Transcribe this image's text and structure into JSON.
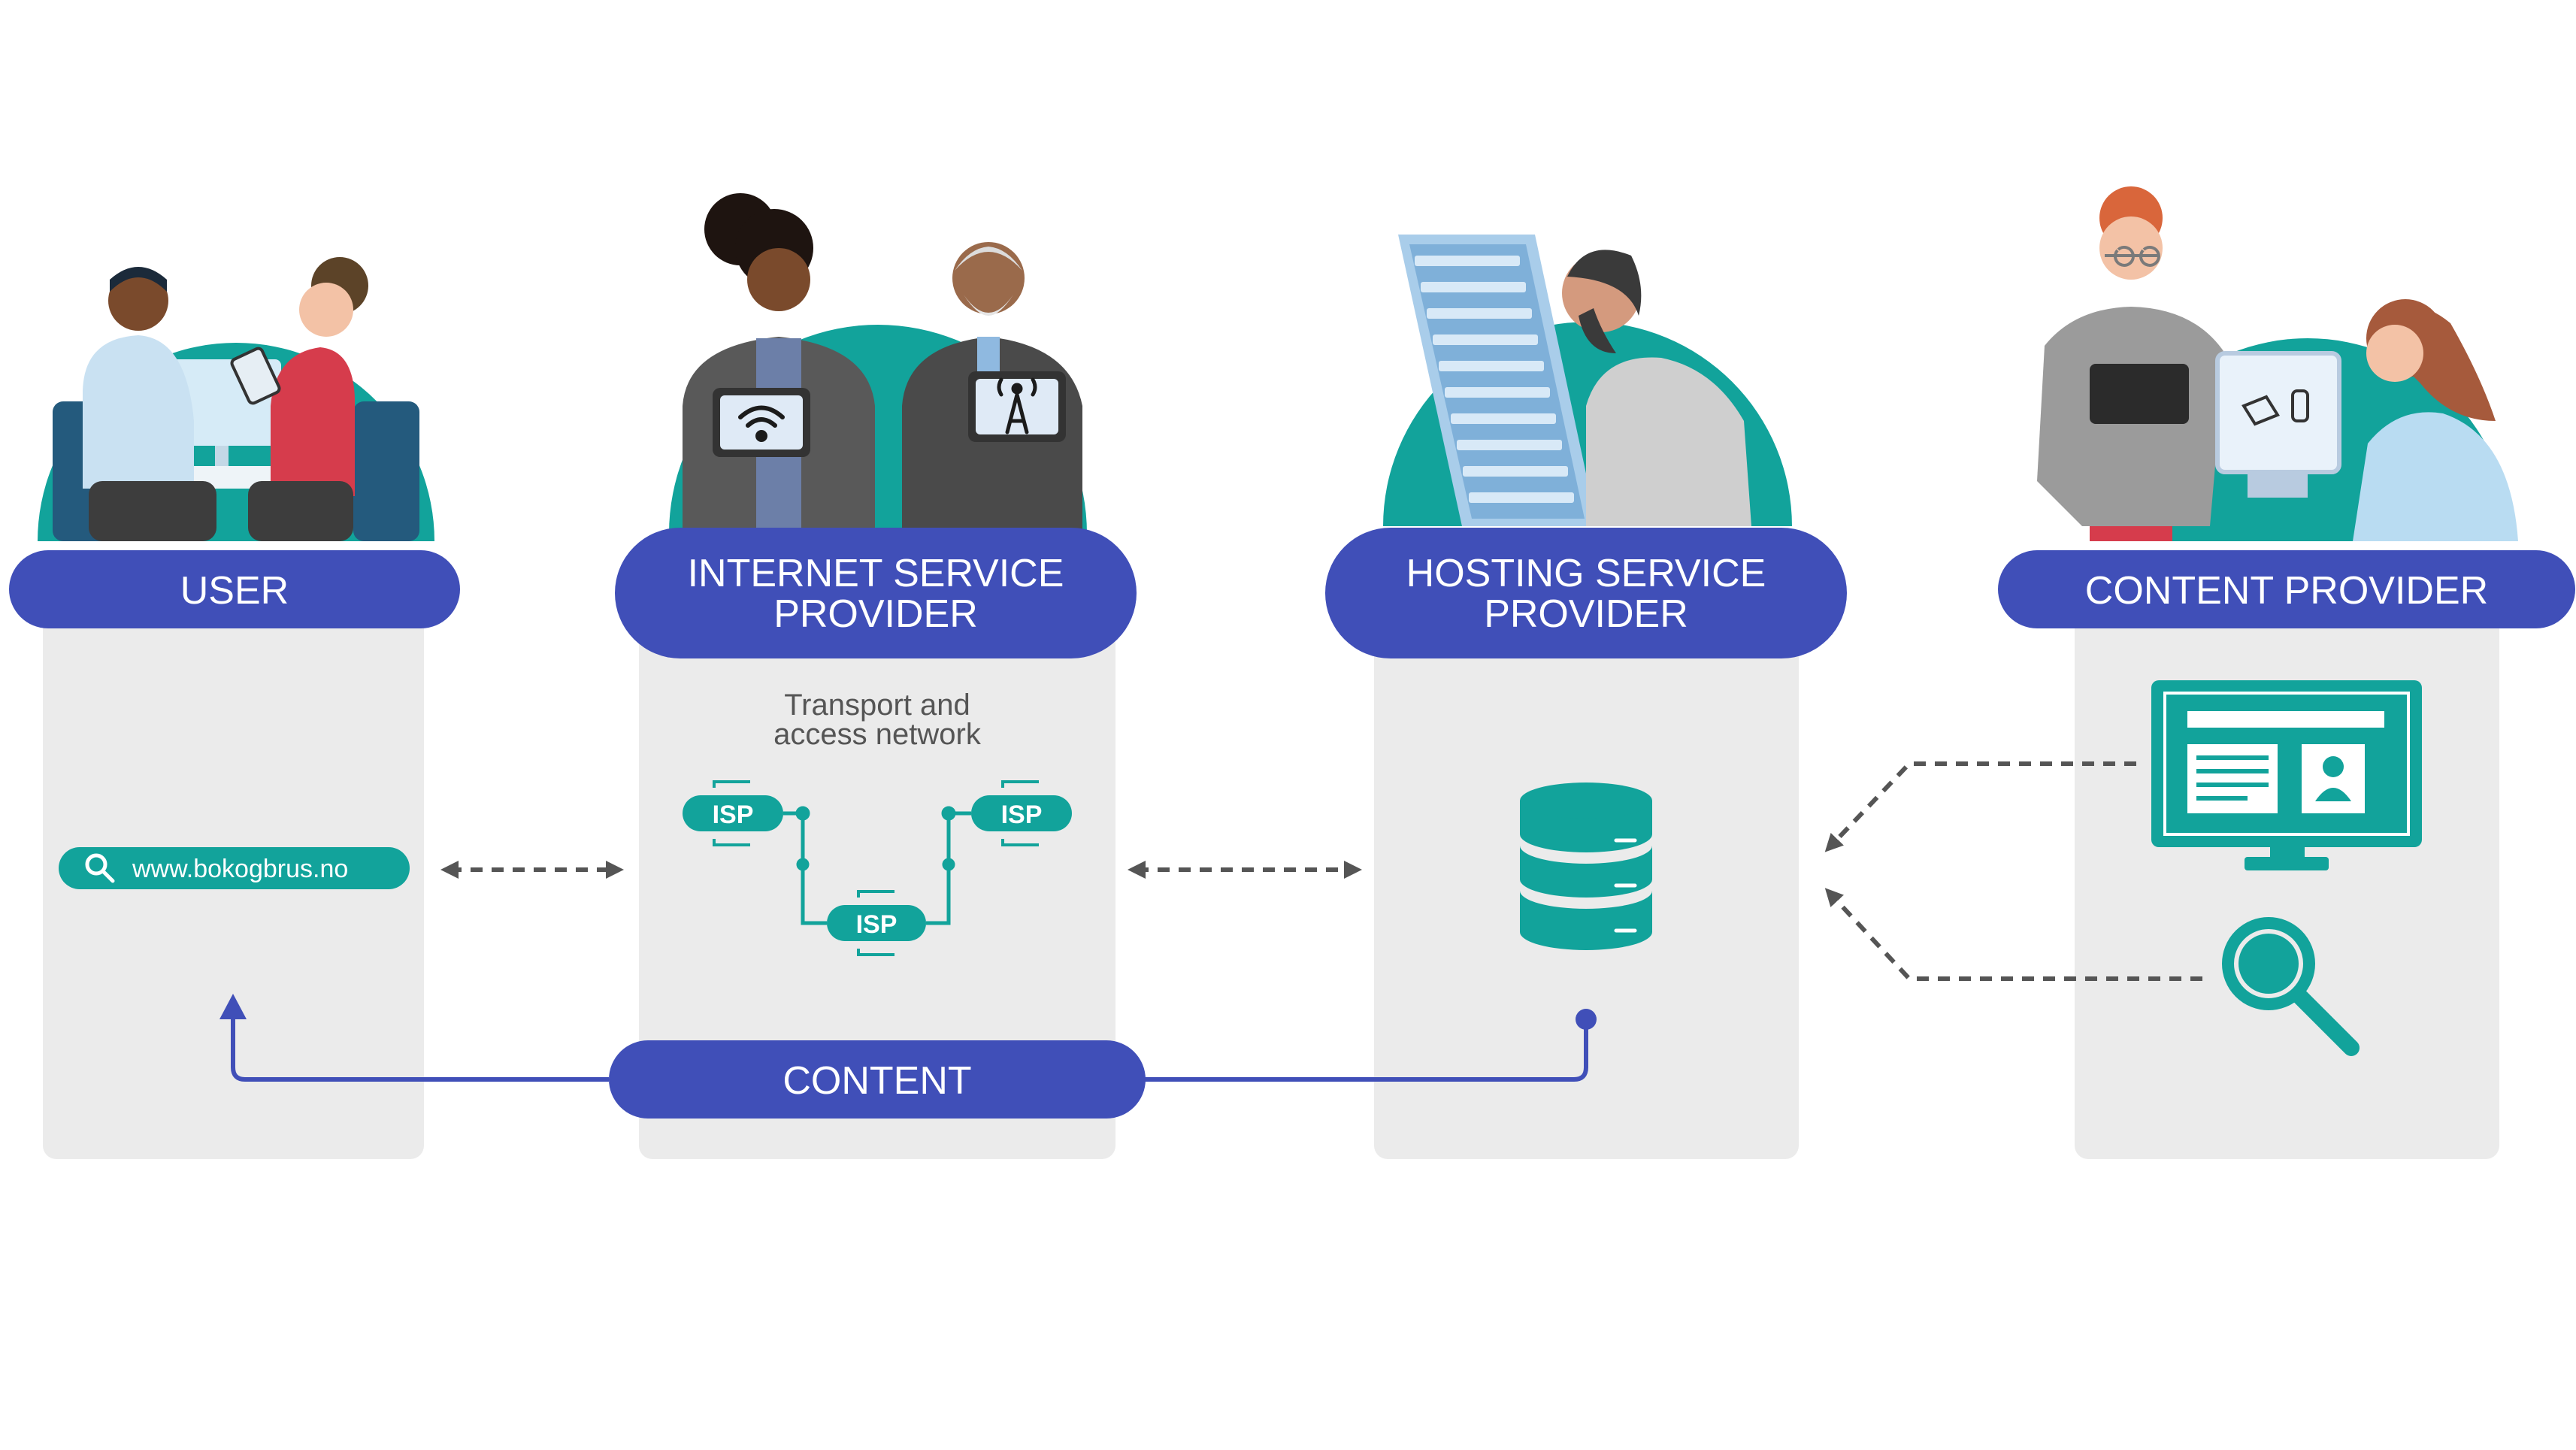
{
  "colors": {
    "accent_blue": "#404fb8",
    "teal": "#12a39b",
    "panel_grey": "#ebebeb",
    "arrow_grey": "#555555",
    "white": "#ffffff"
  },
  "stages": {
    "user": {
      "label": "USER",
      "url": "www.bokogbrus.no"
    },
    "isp": {
      "line1": "INTERNET SERVICE",
      "line2": "PROVIDER",
      "subtitle_line1": "Transport and",
      "subtitle_line2": "access network",
      "node_label": "ISP"
    },
    "hosting": {
      "line1": "HOSTING SERVICE",
      "line2": "PROVIDER"
    },
    "content_provider": {
      "label": "CONTENT PROVIDER"
    }
  },
  "flow": {
    "content_label": "CONTENT"
  },
  "icons": [
    "search-icon",
    "wifi-icon",
    "antenna-icon",
    "database-icon",
    "monitor-icon",
    "magnifier-icon",
    "server-rack-icon",
    "tablet-icon"
  ]
}
